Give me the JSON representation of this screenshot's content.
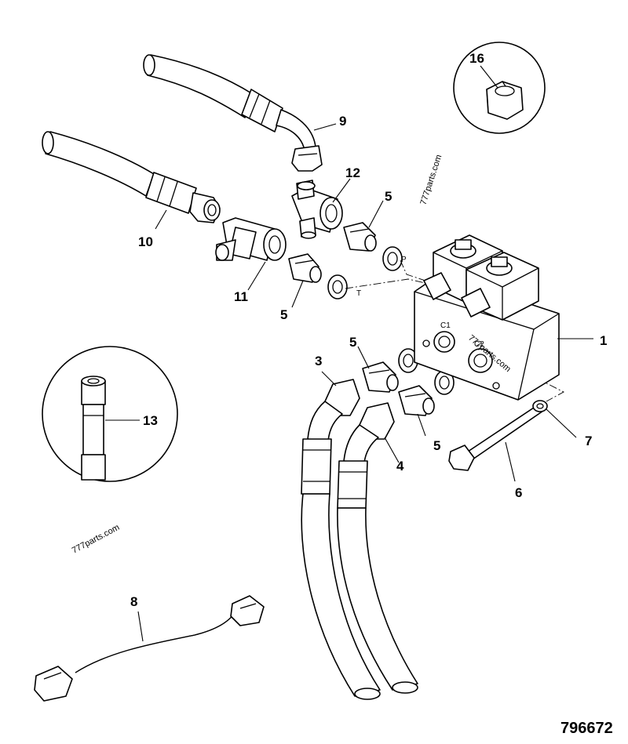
{
  "diagram": {
    "drawing_number": "796672",
    "watermarks": [
      "777parts.com",
      "777parts.com",
      "777parts.com"
    ],
    "port_labels": [
      "T",
      "P",
      "C1",
      "C2"
    ],
    "callouts": [
      {
        "id": "1",
        "part": "valve-block"
      },
      {
        "id": "3",
        "part": "hose-left"
      },
      {
        "id": "4",
        "part": "hose-right"
      },
      {
        "id": "5",
        "part": "adapter-upper"
      },
      {
        "id": "5",
        "part": "adapter-middle"
      },
      {
        "id": "5",
        "part": "adapter-lower-left"
      },
      {
        "id": "5",
        "part": "adapter-lower-right"
      },
      {
        "id": "6",
        "part": "bolt"
      },
      {
        "id": "7",
        "part": "washer"
      },
      {
        "id": "8",
        "part": "wiring-harness"
      },
      {
        "id": "9",
        "part": "hose-top"
      },
      {
        "id": "10",
        "part": "hose-middle"
      },
      {
        "id": "11",
        "part": "tee-lower"
      },
      {
        "id": "12",
        "part": "tee-upper"
      },
      {
        "id": "13",
        "part": "hose-end-detail"
      },
      {
        "id": "16",
        "part": "nut-detail"
      }
    ]
  }
}
